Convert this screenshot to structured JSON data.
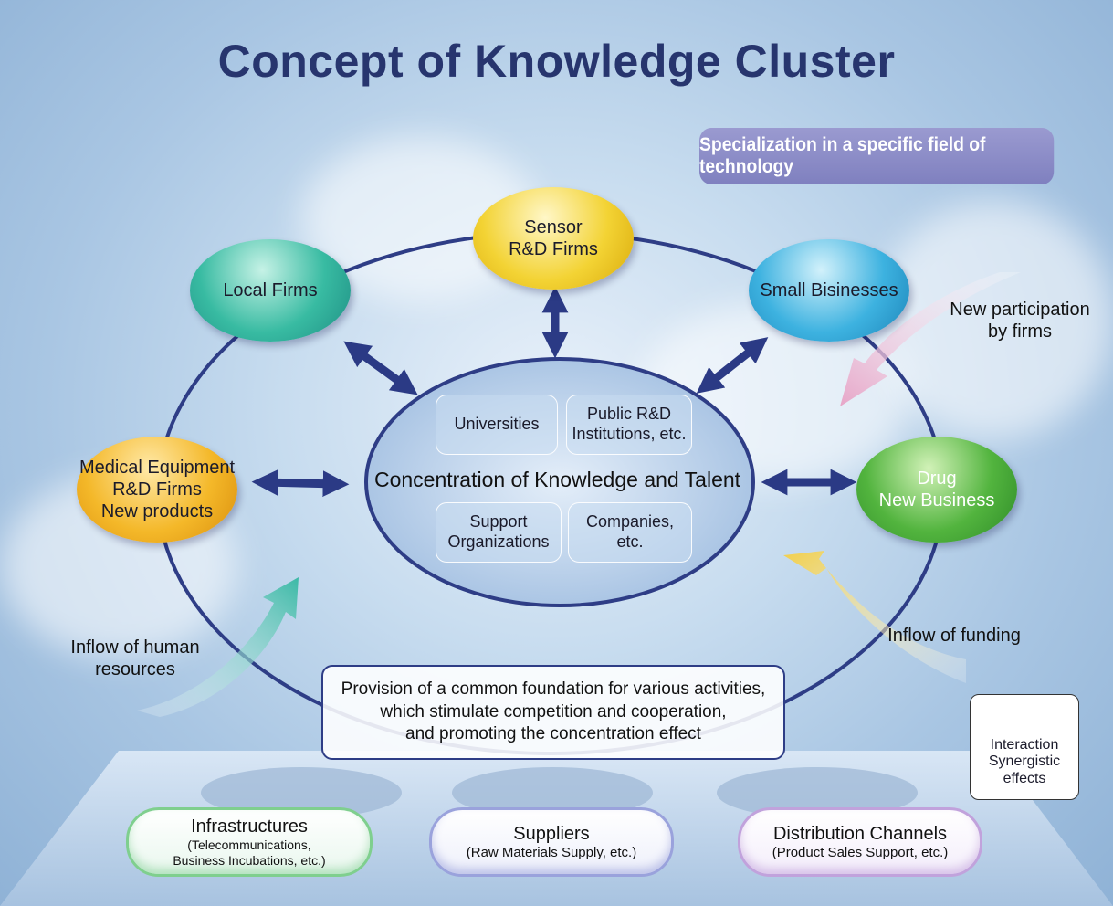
{
  "title": "Concept of Knowledge Cluster",
  "specialization": "Specialization in a specific field of technology",
  "nodes": {
    "sensor": [
      "Sensor",
      "R&D Firms"
    ],
    "local": "Local Firms",
    "small": "Small Bisinesses",
    "medical": [
      "Medical Equipment",
      "R&D Firms",
      "New products"
    ],
    "drug": [
      "Drug",
      "New Business"
    ]
  },
  "center": {
    "title": "Concentration of Knowledge and Talent",
    "universities": "Universities",
    "public_rd": [
      "Public R&D",
      "Institutions, etc."
    ],
    "support": [
      "Support",
      "Organizations"
    ],
    "companies": [
      "Companies,",
      "etc."
    ]
  },
  "flows": {
    "new_participation": [
      "New participation",
      "by firms"
    ],
    "inflow_human": [
      "Inflow of human",
      "resources"
    ],
    "inflow_funding": "Inflow of funding"
  },
  "provision": [
    "Provision of a common foundation for various activities,",
    "which stimulate competition and cooperation,",
    "and promoting the concentration effect"
  ],
  "legend": [
    "Interaction",
    "Synergistic",
    "effects"
  ],
  "foundation": {
    "infrastructures": {
      "title": "Infrastructures",
      "sub": [
        "(Telecommunications,",
        "Business Incubations, etc.)"
      ]
    },
    "suppliers": {
      "title": "Suppliers",
      "sub": [
        "(Raw Materials Supply, etc.)"
      ]
    },
    "distribution": {
      "title": "Distribution Channels",
      "sub": [
        "(Product Sales Support, etc.)"
      ]
    }
  },
  "colors": {
    "title": "#27356e",
    "ring": "#2e3d86",
    "arrow": "#2b3a85",
    "sensor": "#f3cf2c",
    "local": "#2fb59c",
    "small": "#2fa6d8",
    "medical": "#f2b020",
    "drug": "#4aa83e",
    "spec_box": "#8b8cc8"
  }
}
